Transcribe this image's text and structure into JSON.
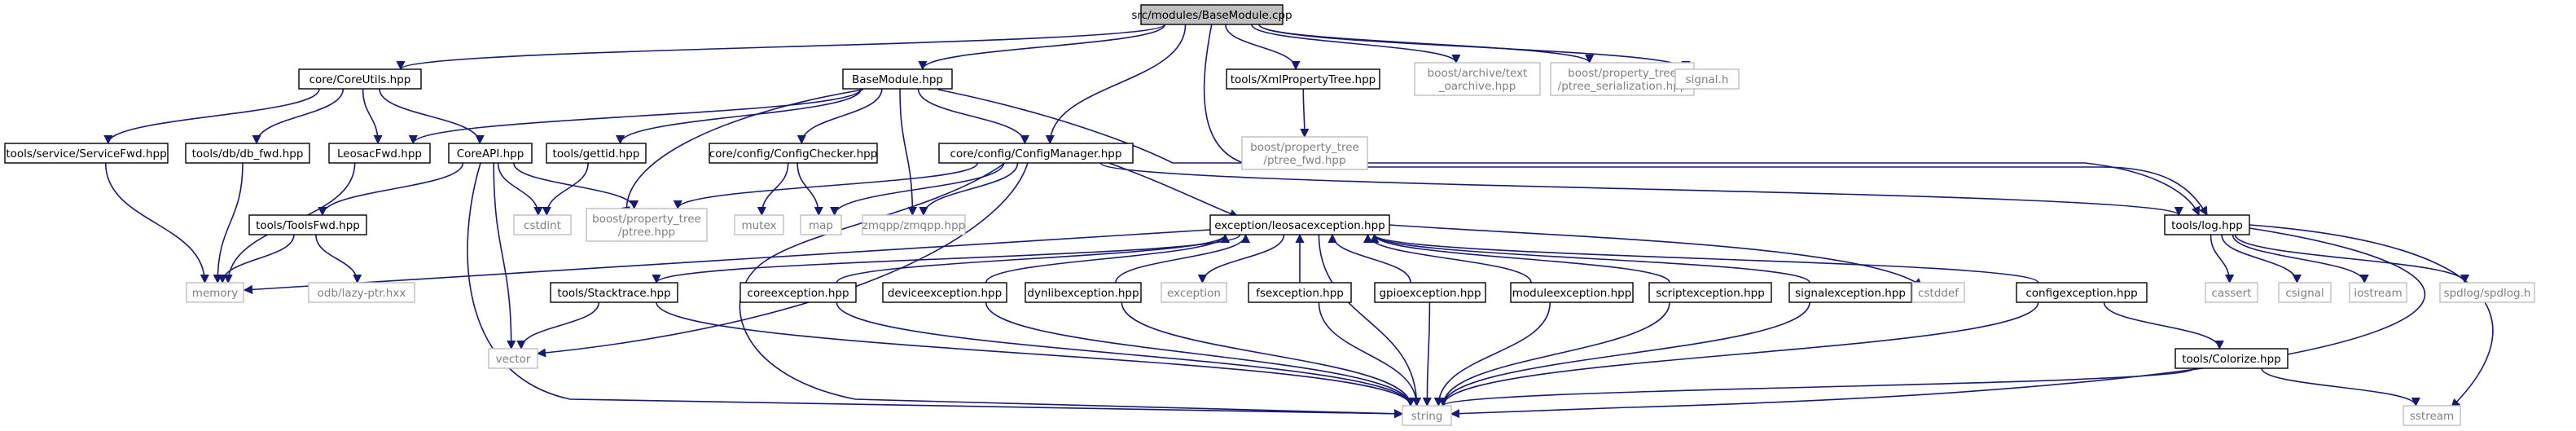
{
  "colors": {
    "edge": "#191970",
    "root_fill": "#bfbfbf",
    "box_border": "#000000",
    "missing_border": "#bfbfbf",
    "text": "#000000",
    "background": "#ffffff"
  },
  "nodes": [
    {
      "id": "root",
      "label": [
        "src/modules/BaseModule.cpp"
      ],
      "kind": "root"
    },
    {
      "id": "coreutils",
      "label": [
        "core/CoreUtils.hpp"
      ],
      "kind": "file"
    },
    {
      "id": "basemodule",
      "label": [
        "BaseModule.hpp"
      ],
      "kind": "file"
    },
    {
      "id": "xmlprop",
      "label": [
        "tools/XmlPropertyTree.hpp"
      ],
      "kind": "file"
    },
    {
      "id": "archive",
      "label": [
        "boost/archive/text",
        "_oarchive.hpp"
      ],
      "kind": "external"
    },
    {
      "id": "ptreeser",
      "label": [
        "boost/property_tree",
        "/ptree_serialization.hpp"
      ],
      "kind": "external"
    },
    {
      "id": "signalh",
      "label": [
        "signal.h"
      ],
      "kind": "external"
    },
    {
      "id": "servicefwd",
      "label": [
        "tools/service/ServiceFwd.hpp"
      ],
      "kind": "file"
    },
    {
      "id": "dbfwd",
      "label": [
        "tools/db/db_fwd.hpp"
      ],
      "kind": "file"
    },
    {
      "id": "leosacfwd",
      "label": [
        "LeosacFwd.hpp"
      ],
      "kind": "file"
    },
    {
      "id": "coreapi",
      "label": [
        "CoreAPI.hpp"
      ],
      "kind": "file"
    },
    {
      "id": "gettid",
      "label": [
        "tools/gettid.hpp"
      ],
      "kind": "file"
    },
    {
      "id": "configchecker",
      "label": [
        "core/config/ConfigChecker.hpp"
      ],
      "kind": "file"
    },
    {
      "id": "configmanager",
      "label": [
        "core/config/ConfigManager.hpp"
      ],
      "kind": "file"
    },
    {
      "id": "ptreefwd",
      "label": [
        "boost/property_tree",
        "/ptree_fwd.hpp"
      ],
      "kind": "external"
    },
    {
      "id": "toolslog",
      "label": [
        "tools/log.hpp"
      ],
      "kind": "file"
    },
    {
      "id": "ptree",
      "label": [
        "boost/property_tree",
        "/ptree.hpp"
      ],
      "kind": "external"
    },
    {
      "id": "cstdint",
      "label": [
        "cstdint"
      ],
      "kind": "external"
    },
    {
      "id": "mutex",
      "label": [
        "mutex"
      ],
      "kind": "external"
    },
    {
      "id": "map",
      "label": [
        "map"
      ],
      "kind": "external"
    },
    {
      "id": "zmqpp",
      "label": [
        "zmqpp/zmqpp.hpp"
      ],
      "kind": "external"
    },
    {
      "id": "toolsfwd",
      "label": [
        "tools/ToolsFwd.hpp"
      ],
      "kind": "file"
    },
    {
      "id": "leosacexc",
      "label": [
        "exception/leosacexception.hpp"
      ],
      "kind": "file"
    },
    {
      "id": "memory",
      "label": [
        "memory"
      ],
      "kind": "external"
    },
    {
      "id": "lazyptr",
      "label": [
        "odb/lazy-ptr.hxx"
      ],
      "kind": "external"
    },
    {
      "id": "stacktrace",
      "label": [
        "tools/Stacktrace.hpp"
      ],
      "kind": "file"
    },
    {
      "id": "coreexc",
      "label": [
        "coreexception.hpp"
      ],
      "kind": "file"
    },
    {
      "id": "deviceexc",
      "label": [
        "deviceexception.hpp"
      ],
      "kind": "file"
    },
    {
      "id": "dynlibexc",
      "label": [
        "dynlibexception.hpp"
      ],
      "kind": "file"
    },
    {
      "id": "exception",
      "label": [
        "exception"
      ],
      "kind": "external"
    },
    {
      "id": "fsexc",
      "label": [
        "fsexception.hpp"
      ],
      "kind": "file"
    },
    {
      "id": "gpioexc",
      "label": [
        "gpioexception.hpp"
      ],
      "kind": "file"
    },
    {
      "id": "moduleexc",
      "label": [
        "moduleexception.hpp"
      ],
      "kind": "file"
    },
    {
      "id": "scriptexc",
      "label": [
        "scriptexception.hpp"
      ],
      "kind": "file"
    },
    {
      "id": "signalexc",
      "label": [
        "signalexception.hpp"
      ],
      "kind": "file"
    },
    {
      "id": "cstddef",
      "label": [
        "cstddef"
      ],
      "kind": "external"
    },
    {
      "id": "configexc",
      "label": [
        "configexception.hpp"
      ],
      "kind": "file"
    },
    {
      "id": "cassert",
      "label": [
        "cassert"
      ],
      "kind": "external"
    },
    {
      "id": "csignal",
      "label": [
        "csignal"
      ],
      "kind": "external"
    },
    {
      "id": "iostream",
      "label": [
        "iostream"
      ],
      "kind": "external"
    },
    {
      "id": "spdlog",
      "label": [
        "spdlog/spdlog.h"
      ],
      "kind": "external"
    },
    {
      "id": "vector",
      "label": [
        "vector"
      ],
      "kind": "external"
    },
    {
      "id": "colorize",
      "label": [
        "tools/Colorize.hpp"
      ],
      "kind": "file"
    },
    {
      "id": "string",
      "label": [
        "string"
      ],
      "kind": "external"
    },
    {
      "id": "sstream",
      "label": [
        "sstream"
      ],
      "kind": "external"
    }
  ],
  "edges": [
    [
      "root",
      "coreutils"
    ],
    [
      "root",
      "basemodule"
    ],
    [
      "root",
      "xmlprop"
    ],
    [
      "root",
      "archive"
    ],
    [
      "root",
      "ptreeser"
    ],
    [
      "root",
      "signalh"
    ],
    [
      "root",
      "configmanager"
    ],
    [
      "root",
      "toolslog"
    ],
    [
      "coreutils",
      "servicefwd"
    ],
    [
      "coreutils",
      "dbfwd"
    ],
    [
      "coreutils",
      "leosacfwd"
    ],
    [
      "coreutils",
      "coreapi"
    ],
    [
      "basemodule",
      "leosacfwd"
    ],
    [
      "basemodule",
      "gettid"
    ],
    [
      "basemodule",
      "configchecker"
    ],
    [
      "basemodule",
      "configmanager"
    ],
    [
      "basemodule",
      "toolslog"
    ],
    [
      "basemodule",
      "ptree"
    ],
    [
      "basemodule",
      "zmqpp"
    ],
    [
      "xmlprop",
      "ptreefwd"
    ],
    [
      "servicefwd",
      "memory"
    ],
    [
      "dbfwd",
      "memory"
    ],
    [
      "leosacfwd",
      "memory"
    ],
    [
      "coreapi",
      "toolsfwd"
    ],
    [
      "coreapi",
      "cstdint"
    ],
    [
      "coreapi",
      "ptree"
    ],
    [
      "coreapi",
      "vector"
    ],
    [
      "coreapi",
      "string"
    ],
    [
      "gettid",
      "cstdint"
    ],
    [
      "configchecker",
      "mutex"
    ],
    [
      "configchecker",
      "map"
    ],
    [
      "configmanager",
      "ptree"
    ],
    [
      "configmanager",
      "map"
    ],
    [
      "configmanager",
      "zmqpp"
    ],
    [
      "configmanager",
      "toolslog"
    ],
    [
      "configmanager",
      "leosacexc"
    ],
    [
      "configmanager",
      "vector"
    ],
    [
      "configmanager",
      "string"
    ],
    [
      "toolsfwd",
      "memory"
    ],
    [
      "toolsfwd",
      "lazyptr"
    ],
    [
      "leosacexc",
      "memory"
    ],
    [
      "leosacexc",
      "stacktrace"
    ],
    [
      "leosacexc",
      "exception"
    ],
    [
      "leosacexc",
      "string"
    ],
    [
      "leosacexc",
      "cstddef"
    ],
    [
      "coreexc",
      "leosacexc"
    ],
    [
      "deviceexc",
      "leosacexc"
    ],
    [
      "dynlibexc",
      "leosacexc"
    ],
    [
      "fsexc",
      "leosacexc"
    ],
    [
      "gpioexc",
      "leosacexc"
    ],
    [
      "moduleexc",
      "leosacexc"
    ],
    [
      "scriptexc",
      "leosacexc"
    ],
    [
      "signalexc",
      "leosacexc"
    ],
    [
      "configexc",
      "leosacexc"
    ],
    [
      "coreexc",
      "string"
    ],
    [
      "deviceexc",
      "string"
    ],
    [
      "dynlibexc",
      "string"
    ],
    [
      "fsexc",
      "string"
    ],
    [
      "gpioexc",
      "string"
    ],
    [
      "moduleexc",
      "string"
    ],
    [
      "scriptexc",
      "string"
    ],
    [
      "signalexc",
      "string"
    ],
    [
      "configexc",
      "string"
    ],
    [
      "configexc",
      "colorize"
    ],
    [
      "stacktrace",
      "vector"
    ],
    [
      "stacktrace",
      "string"
    ],
    [
      "toolslog",
      "cassert"
    ],
    [
      "toolslog",
      "csignal"
    ],
    [
      "toolslog",
      "iostream"
    ],
    [
      "toolslog",
      "spdlog"
    ],
    [
      "toolslog",
      "sstream"
    ],
    [
      "toolslog",
      "string"
    ],
    [
      "colorize",
      "string"
    ],
    [
      "colorize",
      "sstream"
    ]
  ]
}
